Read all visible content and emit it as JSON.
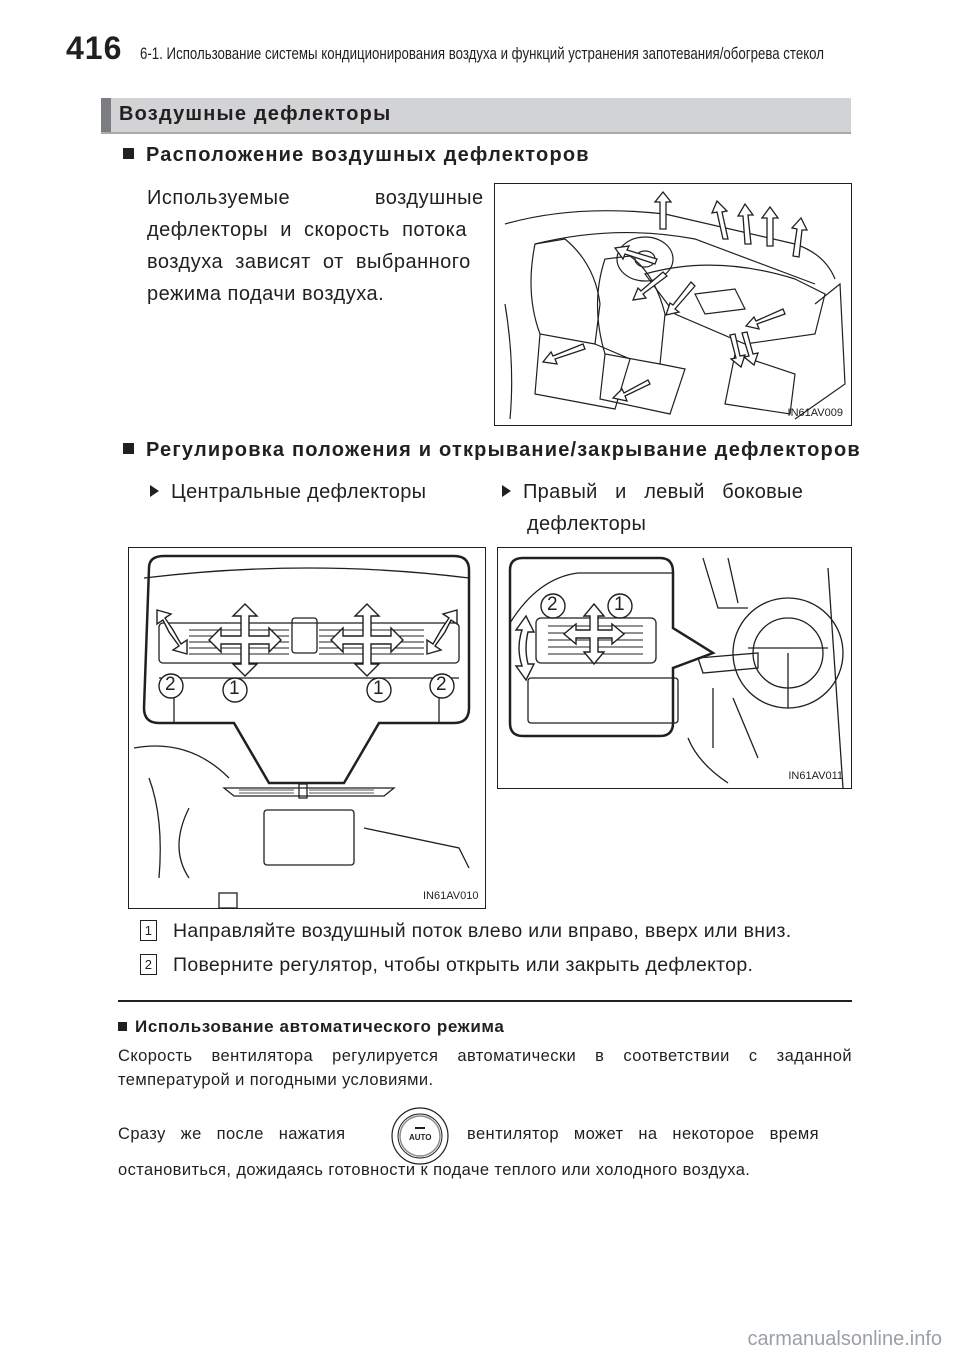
{
  "header": {
    "page_number": "416",
    "chapter_title": "6-1. Использование системы кондиционирования воздуха и функций устранения запотевания/обогрева стекол"
  },
  "section": {
    "title": "Воздушные дефлекторы"
  },
  "location": {
    "heading": "Расположение воздушных дефлекторов",
    "lines": [
      "Используемые              воздушные",
      "дефлекторы  и  скорость  потока",
      "воздуха  зависят  от  выбранного",
      "режима подачи воздуха."
    ],
    "figure_code": "IN61AV009"
  },
  "adjustment": {
    "heading": "Регулировка положения и открывание/закрывание дефлекторов",
    "center_label": "Центральные дефлекторы",
    "side_label_line1": "Правый   и   левый   боковые",
    "side_label_line2": "дефлекторы",
    "center_figure_code": "IN61AV010",
    "side_figure_code": "IN61AV011",
    "callouts": [
      "1",
      "2"
    ]
  },
  "notes": [
    {
      "num": "1",
      "text": "Направляйте воздушный поток влево или вправо, вверх или вниз."
    },
    {
      "num": "2",
      "text": "Поверните регулятор, чтобы открыть или закрыть дефлектор."
    }
  ],
  "auto_mode": {
    "heading": "Использование автоматического режима",
    "para1_line1": "Скорость вентилятора регулируется автоматически в соответствии с заданной",
    "para1_line2": "температурой и погодными условиями.",
    "para2_before": "Сразу   же   после   нажатия",
    "button_label": "AUTO",
    "para2_after": "вентилятор   может   на   некоторое   время",
    "para2_line2": "остановиться, дожидаясь готовности к подаче теплого или холодного воздуха."
  },
  "watermark": "carmanualsonline.info"
}
